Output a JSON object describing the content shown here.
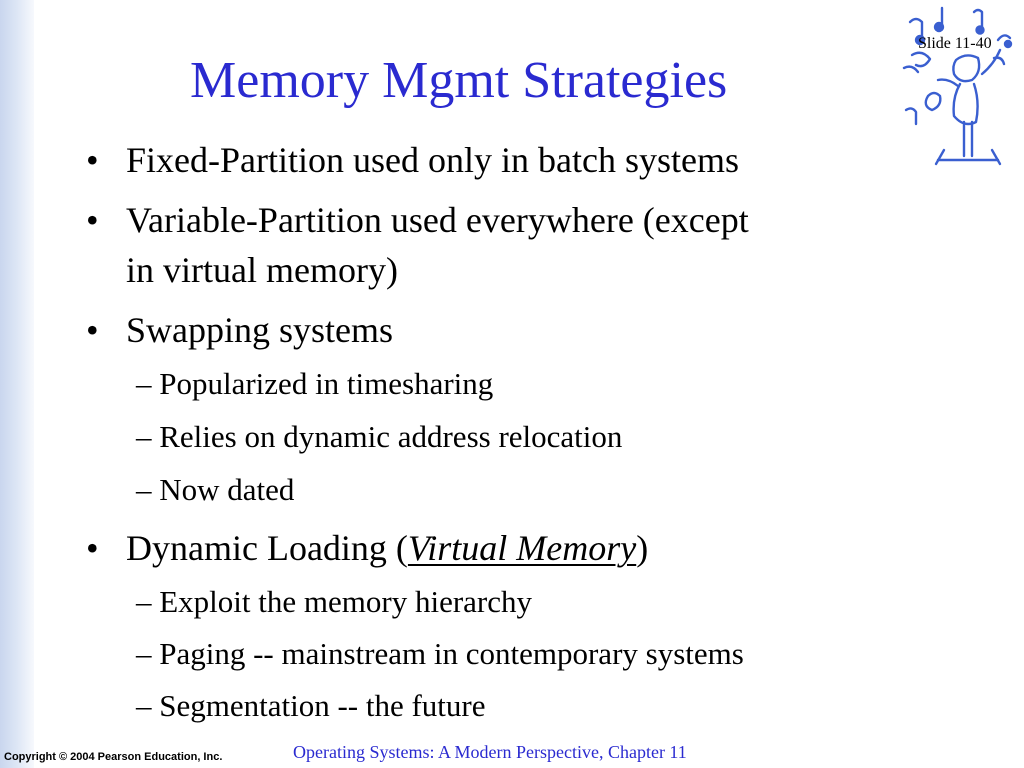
{
  "slide": {
    "title": "Memory Mgmt Strategies",
    "number_label": "Slide 11-40",
    "bullet_mark": "•",
    "items": [
      {
        "text": "Fixed-Partition used only in batch systems"
      },
      {
        "text": "Variable-Partition used everywhere (except",
        "cont": "in virtual memory)"
      },
      {
        "text": "Swapping systems"
      },
      {
        "sub": "– Popularized in timesharing"
      },
      {
        "sub": "– Relies on dynamic address relocation"
      },
      {
        "sub": "– Now dated"
      },
      {
        "text_before": "Dynamic Loading (",
        "text_em": "Virtual Memory",
        "text_after": ")"
      },
      {
        "sub": "– Exploit the memory hierarchy"
      },
      {
        "sub": "– Paging -- mainstream in contemporary systems"
      },
      {
        "sub": "– Segmentation -- the future"
      }
    ]
  },
  "footer": {
    "copyright": "Copyright © 2004 Pearson Education, Inc.",
    "book": "Operating Systems: A Modern Perspective, Chapter 11"
  },
  "colors": {
    "title": "#2a2ad0",
    "clipart": "#3a5fd0",
    "band": "#c9d6ee"
  },
  "decoration": {
    "clipart_icon": "musician-with-notes-icon"
  }
}
